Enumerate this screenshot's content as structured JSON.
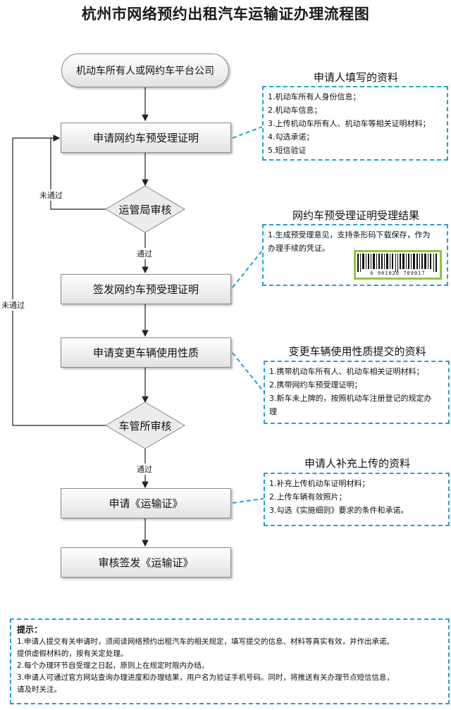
{
  "title": "杭州市网络预约出租汽车运输证办理流程图",
  "flow": {
    "start": "机动车所有人或网约车平台公司",
    "step1": "申请网约车预受理证明",
    "decision1": "运管局审核",
    "step2": "签发网约车预受理证明",
    "step3": "申请变更车辆使用性质",
    "decision2": "车管所审核",
    "step4": "申请《运输证》",
    "step5": "审核签发《运输证》",
    "pass1": "通过",
    "pass2": "通过",
    "fail1": "未通过",
    "fail2": "未通过"
  },
  "notes": {
    "n1": {
      "title": "申请人填写的资料",
      "items": [
        "1.机动车所有人身份信息；",
        "2.机动车信息；",
        "3.上传机动车所有人、机动车等相关证明材料；",
        "4.勾选承诺；",
        "5.短信验证"
      ]
    },
    "n2": {
      "title": "网约车预受理证明受理结果",
      "items": [
        "1.生成预受理意见，支持条形码下载保存，作为",
        "办理手续的凭证。"
      ],
      "barcode_digits": "6 901020 709017"
    },
    "n3": {
      "title": "变更车辆使用性质提交的资料",
      "items": [
        "1.携带机动车所有人、机动车相关证明材料；",
        "2.携带网约车预受理证明；",
        "3.新车未上牌的，按照机动车注册登记的规定办",
        "理"
      ]
    },
    "n4": {
      "title": "申请人补充上传的资料",
      "items": [
        "1.补充上传机动车证明材料；",
        "2.上传车辆有效照片；",
        "3.勾选《实施细则》要求的条件和承诺。"
      ]
    }
  },
  "tips": {
    "title": "提示：",
    "items": [
      "1.申请人提交有关申请时，须阅读网络预约出租汽车的相关规定，填写提交的信息、材料等真实有效，并作出承诺。",
      "提供虚假材料的，按有关定处理。",
      "2.每个办理环节自受理之日起，原则上在规定时限内办结。",
      "3.申请人可通过官方网站查询办理进度和办理结果，用户名为验证手机号码。同时，将推送有关办理节点短信信息，",
      "请及时关注。"
    ]
  },
  "colors": {
    "dash": "#1fa3cf",
    "barcode_frame": "#8cc63f",
    "arrow": "#222222"
  }
}
